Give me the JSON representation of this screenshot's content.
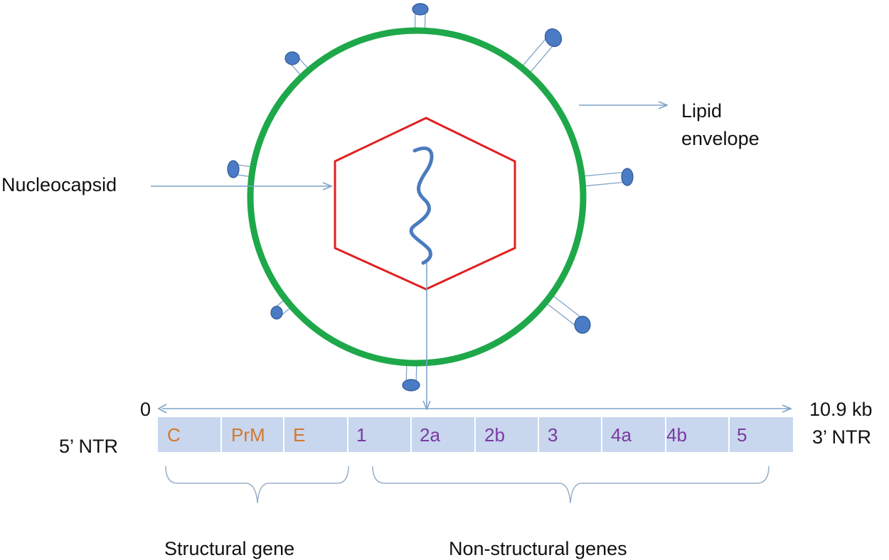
{
  "labels": {
    "nucleocapsid": "Nucleocapsid",
    "lipid_line1": "Lipid",
    "lipid_line2": "envelope",
    "genome_start": "0",
    "genome_end": "10.9 kb",
    "five_ntr": "5’ NTR",
    "three_ntr": "3’ NTR",
    "structural": "Structural gene",
    "nonstructural": "Non-structural genes"
  },
  "colors": {
    "envelope": "#1ea84a",
    "capsid": "#e02020",
    "rna": "#4a7bbf",
    "spike": "#4a7bc4",
    "spike_outline": "#2f5a96",
    "arrow": "#7fa3c8",
    "genome_bar": "#c8d6ee",
    "structural_text": "#d4782a",
    "nonstructural_text": "#7a3aa0",
    "brace": "#9aafc8"
  },
  "genome_segments": [
    {
      "label": "C",
      "kind": "structural"
    },
    {
      "label": "PrM",
      "kind": "structural"
    },
    {
      "label": "E",
      "kind": "structural"
    },
    {
      "label": "1",
      "kind": "nonstructural"
    },
    {
      "label": "2a",
      "kind": "nonstructural"
    },
    {
      "label": "2b",
      "kind": "nonstructural"
    },
    {
      "label": "3",
      "kind": "nonstructural"
    },
    {
      "label": "4a",
      "kind": "nonstructural"
    },
    {
      "label": "4b",
      "kind": "nonstructural"
    },
    {
      "label": "5",
      "kind": "nonstructural"
    }
  ]
}
